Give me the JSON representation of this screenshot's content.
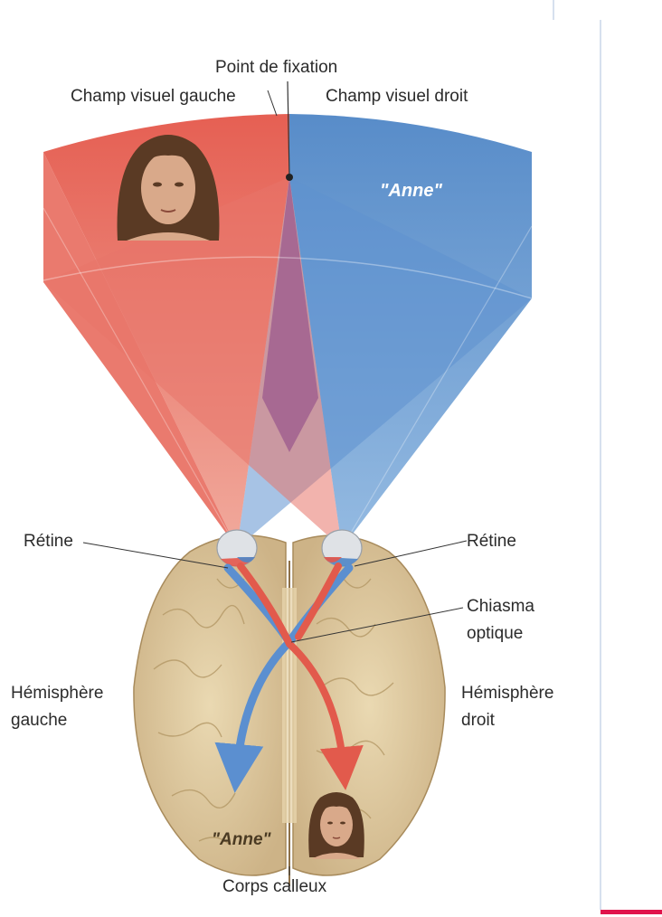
{
  "labels": {
    "point_fixation": "Point de fixation",
    "champ_gauche": "Champ visuel gauche",
    "champ_droit": "Champ visuel droit",
    "anne_field": "\"Anne\"",
    "retine_left": "Rétine",
    "retine_right": "Rétine",
    "chiasma": "Chiasma\noptique",
    "hemisphere_gauche": "Hémisphère\ngauche",
    "hemisphere_droit": "Hémisphère\ndroit",
    "anne_brain": "\"Anne\"",
    "corps_calleux": "Corps calleux"
  },
  "colors": {
    "left_field": "#e4574a",
    "right_field": "#4f86c6",
    "overlap": "#9b5a8e",
    "brain": "#dcc79c",
    "accent": "#e0144c"
  },
  "icons": {
    "face_top": "woman-face-icon",
    "face_bottom": "woman-face-icon",
    "eye_left": "eye-icon",
    "eye_right": "eye-icon"
  }
}
